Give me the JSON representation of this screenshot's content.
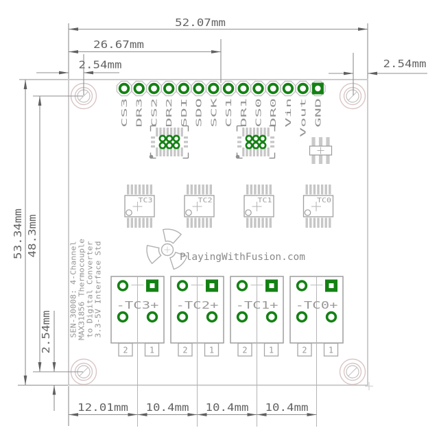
{
  "diagram_type": "pcb-dimensional-drawing",
  "dims": {
    "top": [
      {
        "name": "board-width",
        "label": "52.07mm"
      },
      {
        "name": "header-center-offset",
        "label": "26.67mm"
      },
      {
        "name": "hole-offset-top-left",
        "label": "2.54mm"
      },
      {
        "name": "hole-offset-top-right",
        "label": "2.54mm"
      }
    ],
    "left": [
      {
        "name": "board-height",
        "label": "53.34mm"
      },
      {
        "name": "hole-span-vertical",
        "label": "48.3mm"
      },
      {
        "name": "hole-offset-bottom-left",
        "label": "2.54mm"
      }
    ],
    "bottom": [
      {
        "name": "edge-to-tc3-center",
        "label": "12.01mm"
      },
      {
        "name": "tc3-tc2-pitch",
        "label": "10.4mm"
      },
      {
        "name": "tc2-tc1-pitch",
        "label": "10.4mm"
      },
      {
        "name": "tc1-tc0-pitch",
        "label": "10.4mm"
      }
    ]
  },
  "header": {
    "pin_labels": [
      "CS3",
      "DR3",
      "CS2",
      "DR2",
      "SDI",
      "SDO",
      "SCK",
      "CS1",
      "DR1",
      "CS0",
      "DR0",
      "Vin",
      "Vout",
      "GND"
    ]
  },
  "ics": [
    {
      "label": "TC3"
    },
    {
      "label": "TC2"
    },
    {
      "label": "TC1"
    },
    {
      "label": "TC0"
    }
  ],
  "blocks": [
    {
      "label": "-TC3+",
      "pins": [
        "2",
        "1"
      ]
    },
    {
      "label": "-TC2+",
      "pins": [
        "2",
        "1"
      ]
    },
    {
      "label": "-TC1+",
      "pins": [
        "2",
        "1"
      ]
    },
    {
      "label": "-TC0+",
      "pins": [
        "2",
        "1"
      ]
    }
  ],
  "side_text": [
    "SEN-30008: 4-Channel",
    "MAX31856 Thermocouple",
    "to Digital Converter",
    "3.3-5V Interface Std"
  ],
  "logo_text": "PlayingWithFusion.com",
  "colors": {
    "pad_green": "#148114",
    "dim_line": "#8e8e8e",
    "dim_arrow": "#606060",
    "dim_text": "#646464",
    "board_outline": "#bcbcbc",
    "silkscreen": "#9e9e9e",
    "pad_gray": "#c6c6c6",
    "hole_rose": "#d9c5c5",
    "label_gray": "#949494",
    "faint": "#b4b4b4"
  }
}
